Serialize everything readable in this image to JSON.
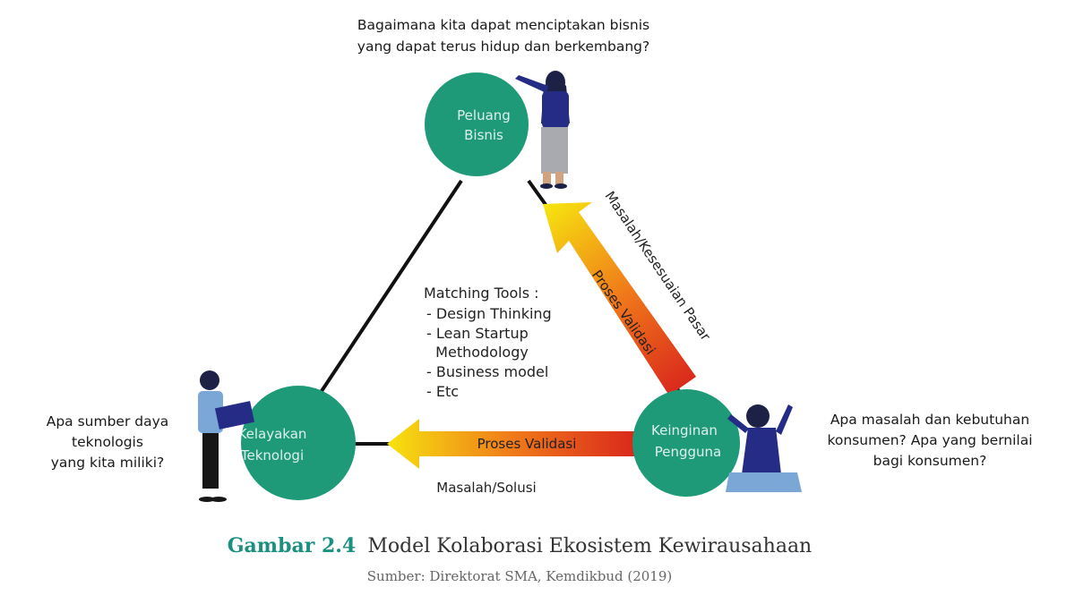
{
  "diagram": {
    "nodes": {
      "top": {
        "lines": [
          "Peluang",
          "Bisnis"
        ]
      },
      "left": {
        "lines": [
          "Kelayakan",
          "Teknologi"
        ]
      },
      "right": {
        "lines": [
          "Keinginan",
          "Pengguna"
        ]
      }
    },
    "questions": {
      "top": [
        "Bagaimana kita dapat menciptakan bisnis",
        "yang dapat terus hidup dan berkembang?"
      ],
      "left": [
        "Apa sumber daya",
        "teknologis",
        "yang kita miliki?"
      ],
      "right": [
        "Apa masalah dan kebutuhan",
        "konsumen? Apa yang bernilai",
        "bagi konsumen?"
      ]
    },
    "edges": {
      "right_side_label": "Masalah/Kesesuaian Pasar",
      "bottom_label": "Masalah/Solusi"
    },
    "arrows": {
      "diagonal_label": "Proses Validasi",
      "horizontal_label": "Proses Validasi"
    },
    "matching_tools": [
      "Matching Tools :",
      "- Design Thinking",
      "- Lean Startup",
      "  Methodology",
      "- Business model",
      "- Etc"
    ],
    "colors": {
      "node": "#1f9a78",
      "line": "#111111",
      "arrow_start": "#d9261c",
      "arrow_end": "#f6e30f",
      "caption_accent": "#1b8f80"
    }
  },
  "caption": {
    "label": "Gambar 2.4",
    "title": "Model Kolaborasi Ekosistem Kewirausahaan",
    "source": "Sumber: Direktorat SMA, Kemdikbud (2019)"
  }
}
